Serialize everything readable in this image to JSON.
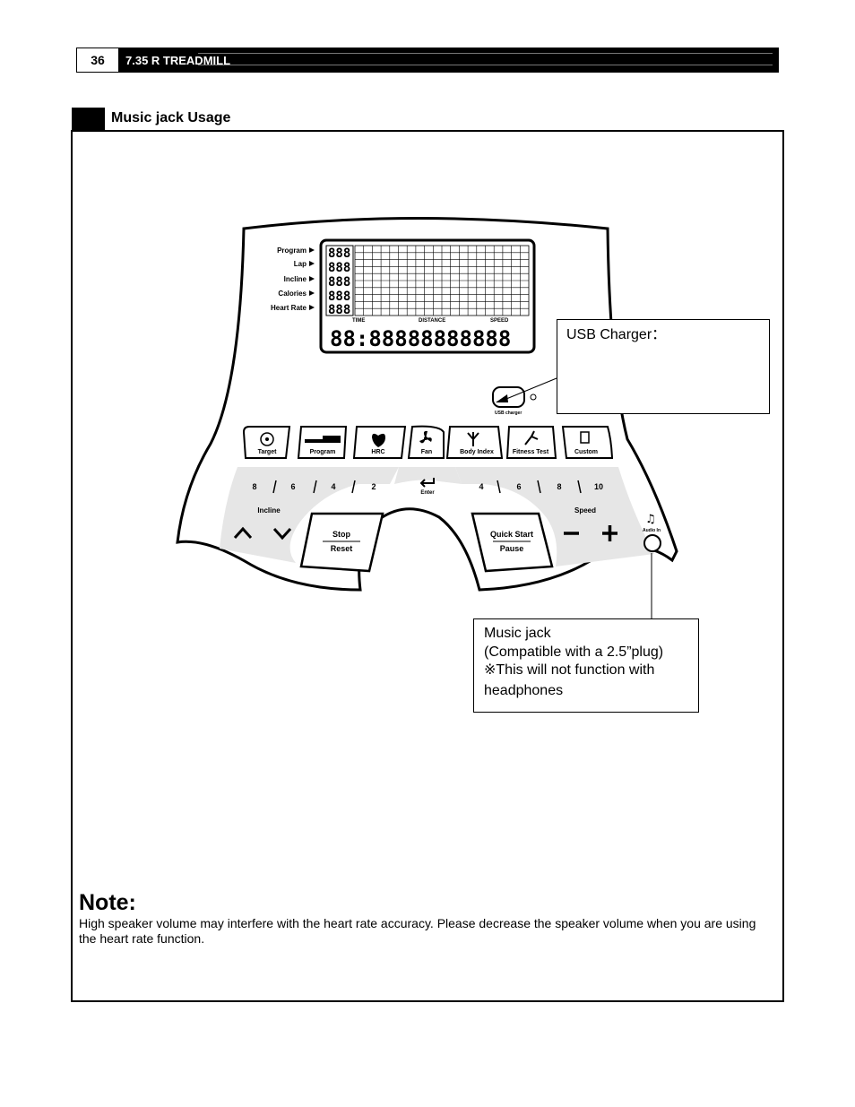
{
  "header": {
    "page_number": "36",
    "title": "7.35 R TREADMILL"
  },
  "section": {
    "title": "Music jack Usage"
  },
  "console": {
    "lcd_labels": [
      "Program",
      "Lap",
      "Incline",
      "Calories",
      "Heart Rate"
    ],
    "lcd_bottom_labels": [
      "TIME",
      "DISTANCE",
      "SPEED"
    ],
    "usb_label": "USB charger",
    "buttons": [
      "Target",
      "Program",
      "HRC",
      "Fan",
      "Body Index",
      "Fitness Test",
      "Custom"
    ],
    "incline_numbers": [
      "8",
      "6",
      "4",
      "2"
    ],
    "speed_numbers": [
      "4",
      "6",
      "8",
      "10"
    ],
    "incline_label": "Incline",
    "speed_label": "Speed",
    "enter_label": "Enter",
    "stop_label": "Stop",
    "reset_label": "Reset",
    "quick_start_label": "Quick Start",
    "pause_label": "Pause",
    "audio_label": "Audio In"
  },
  "callouts": {
    "usb": "USB Charger：",
    "music": {
      "line1": "Music jack",
      "line2": "(Compatible with a 2.5”plug)",
      "line3": "※This will not function with",
      "line4": "headphones"
    }
  },
  "note": {
    "title": "Note:",
    "text": " High speaker volume may interfere with the heart rate accuracy. Please decrease the speaker volume when you are using the heart rate function."
  }
}
